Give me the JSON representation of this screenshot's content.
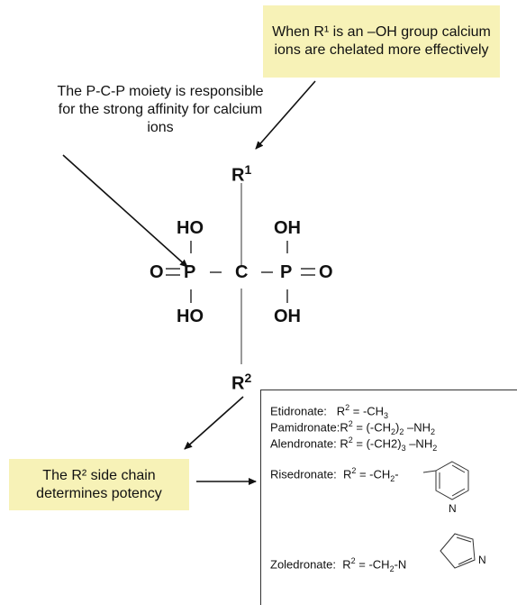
{
  "callouts": {
    "top": "When R¹ is an –OH group calcium ions are chelated more effectively",
    "ppc": "The P-C-P moiety is responsible for the strong affinity for calcium ions",
    "bottom": "The R² side chain determines potency"
  },
  "molecule": {
    "r1": "R",
    "r1_sup": "1",
    "r2": "R",
    "r2_sup": "2",
    "ho_top": "HO",
    "oh_top": "OH",
    "ho_bottom": "HO",
    "oh_bottom": "OH",
    "o_left": "O",
    "p_left": "P",
    "c_center": "C",
    "p_right": "P",
    "o_right": "O"
  },
  "examples": {
    "etidronate": {
      "name": "Etidronate:",
      "r": "R",
      "sup": "2",
      "formula": " = -CH",
      "sub": "3"
    },
    "pamidronate": {
      "name": "Pamidronate:",
      "r": "R",
      "sup": "2",
      "f1": " = (-CH",
      "s1": "2",
      "f2": ")",
      "s2": "2",
      "f3": " –NH",
      "s3": "2"
    },
    "alendronate": {
      "name": "Alendronate:",
      "r": "R",
      "sup": "2",
      "f1": " = (-CH2)",
      "s1": "3",
      "f2": " –NH",
      "s2": "2"
    },
    "risedronate": {
      "name": "Risedronate:",
      "r": "R",
      "sup": "2",
      "formula": " = -CH",
      "sub": "2",
      "tail": "-",
      "ring_n": "N"
    },
    "zoledronate": {
      "name": "Zoledronate:",
      "r": "R",
      "sup": "2",
      "formula": " = -CH",
      "sub": "2",
      "tail": "-N",
      "ring_n": "N"
    }
  }
}
